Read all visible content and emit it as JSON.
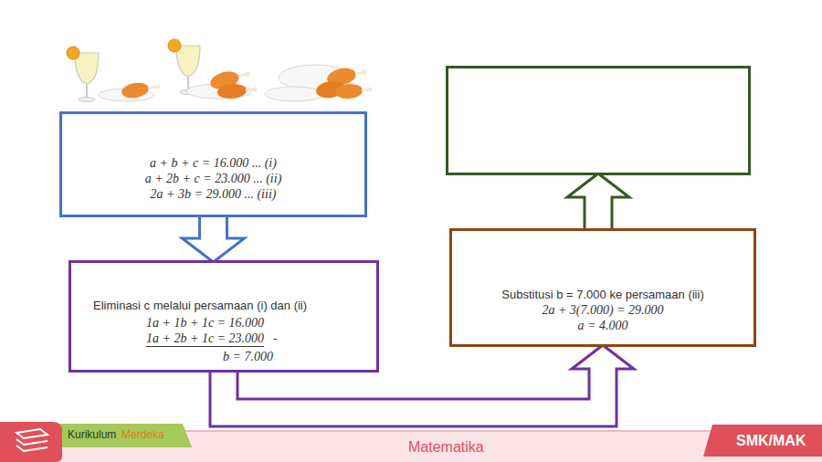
{
  "diagram": {
    "nodes": [
      {
        "text": [
          "a + b + c = 16.000 ... (i)",
          "a + 2b + c = 23.000 ... (ii)",
          "2a + 3b = 29.000 ... (iii)"
        ]
      },
      {
        "text": [
          "Eliminasi c melalui persamaan (i) dan (ii)",
          "1a + 1b + 1c = 16.000",
          "1a + 2b + 1c = 23.000",
          "-",
          "b = 7.000"
        ]
      },
      {
        "text": [
          "Substitusi b = 7.000 ke persamaan (iii)",
          "2a + 3(7.000) = 29.000",
          "a = 4.000"
        ]
      },
      {
        "text": []
      }
    ],
    "edges": [
      {
        "from": 0,
        "to": 1,
        "arrow": "to"
      },
      {
        "from": 1,
        "to": 2,
        "arrow": "to"
      },
      {
        "from": 2,
        "to": 3,
        "arrow": "to"
      }
    ],
    "labels": [
      "Kurikulum",
      "Merdeka",
      "Matematika",
      "SMK/MAK"
    ]
  }
}
